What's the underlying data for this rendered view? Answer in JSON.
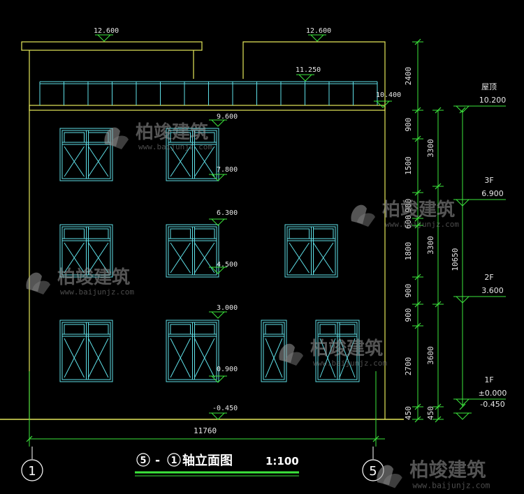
{
  "title": {
    "axis_a": "5",
    "dash": "-",
    "axis_b": "1",
    "text": "轴立面图",
    "scale": "1:100"
  },
  "axes": {
    "left": "1",
    "right": "5"
  },
  "width_dim": "11760",
  "level_marks": {
    "roof_left": "12.600",
    "roof_right": "12.600",
    "parapet": "11.250",
    "roof_slab": "10.400",
    "w3_top": "9.600",
    "w3_sill": "7.800",
    "w2_top": "6.300",
    "w2_sill": "4.500",
    "w1_top": "3.000",
    "w1_sill": "0.900",
    "ground": "-0.450"
  },
  "dims_col1": [
    "2400",
    "900",
    "1500",
    "900",
    "600",
    "1800",
    "900",
    "900",
    "2700",
    "450"
  ],
  "dims_col2": [
    "3300",
    "3300",
    "3600",
    "450"
  ],
  "dims_total": "10650",
  "floors": [
    {
      "name": "屋顶",
      "elev": "10.200"
    },
    {
      "name": "3F",
      "elev": "6.900"
    },
    {
      "name": "2F",
      "elev": "3.600"
    },
    {
      "name": "1F",
      "elev": "±0.000"
    }
  ],
  "floor_extra": "-0.450",
  "watermark": {
    "text": "柏竣建筑",
    "sub": "www.baijunjz.com"
  },
  "colors": {
    "outline": "#e6e85a",
    "window": "#5fe0e8",
    "green": "#3ce63c",
    "white": "#ffffff",
    "bg": "#000000"
  }
}
